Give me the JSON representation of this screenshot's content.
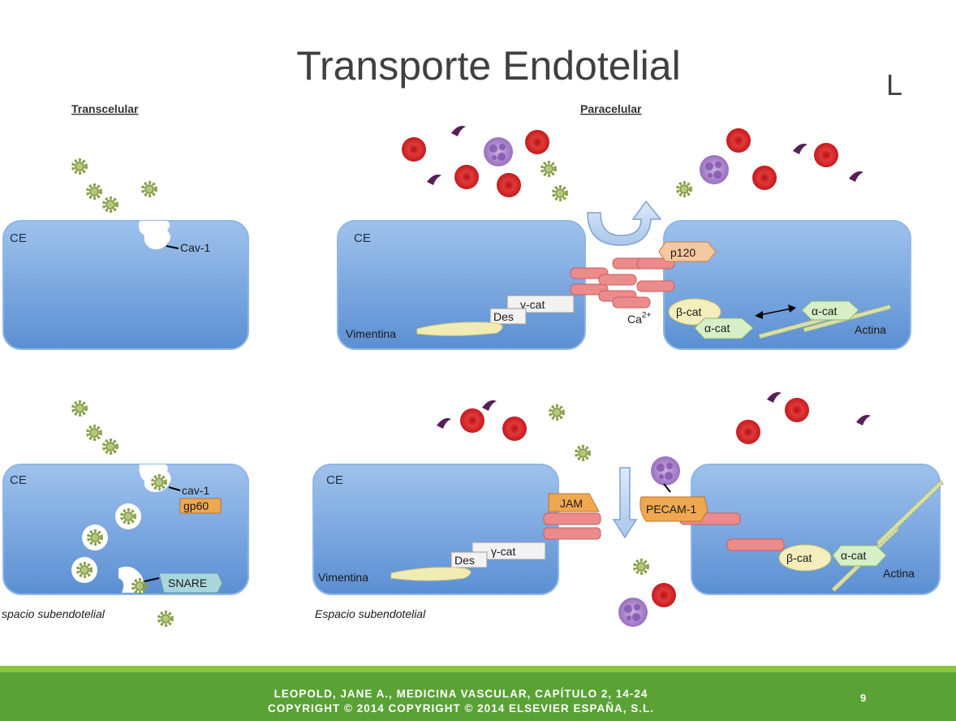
{
  "slide": {
    "title": "Transporte Endotelial",
    "corner_letter": "L",
    "page_number": "9"
  },
  "figure": {
    "heading_left": "Transcelular",
    "heading_right": "Paracelular",
    "cell_label": "CE",
    "cav1_top": "Cav-1",
    "cav1_bottom": "cav-1",
    "gp60": "gp60",
    "snare": "SNARE",
    "space_left": "spacio subendotelial",
    "space_right": "Espacio subendotelial",
    "vimentina": "Vimentina",
    "des": "Des",
    "gamma_cat": "γ-cat",
    "beta_cat": "β-cat",
    "alpha_cat": "α-cat",
    "p120": "p120",
    "ca": "Ca",
    "ca_sup": "2+",
    "actina": "Actina",
    "jam": "JAM",
    "pecam": "PECAM-1"
  },
  "citation": {
    "line1": "LEOPOLD, JANE A., MEDICINA VASCULAR, CAPÍTULO 2, 14-24",
    "line2": "COPYRIGHT © 2014 COPYRIGHT © 2014 ELSEVIER ESPAÑA, S.L."
  },
  "colors": {
    "cell_fill": "#6f9fd9",
    "cell_stroke": "#8fb6e6",
    "rbc": "#d8262a",
    "virus": "#8aa048",
    "leukocyte": "#a27cc6",
    "platelet": "#5a1e56",
    "junction": "#ec8b8b",
    "beta_cat": "#f4eebc",
    "alpha_cat": "#d6efc6",
    "label_box": "#f2f2f2",
    "p120": "#f6c8a0",
    "gp60": "#f0a850",
    "snare": "#a9d6dc",
    "footer_green": "#5aa235"
  }
}
